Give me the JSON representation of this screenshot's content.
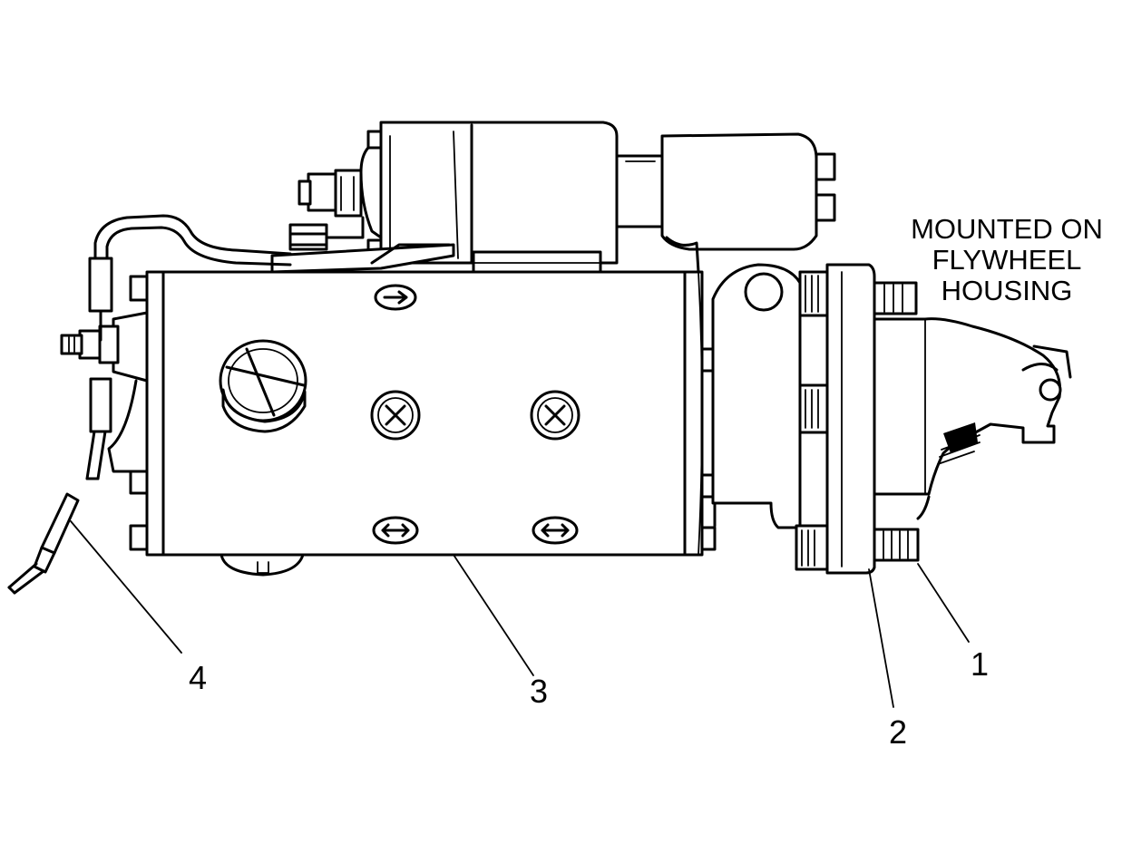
{
  "diagram": {
    "mount_note": [
      "MOUNTED  ON",
      "FLYWHEEL",
      "HOUSING"
    ],
    "callouts": [
      "1",
      "2",
      "3",
      "4"
    ]
  }
}
